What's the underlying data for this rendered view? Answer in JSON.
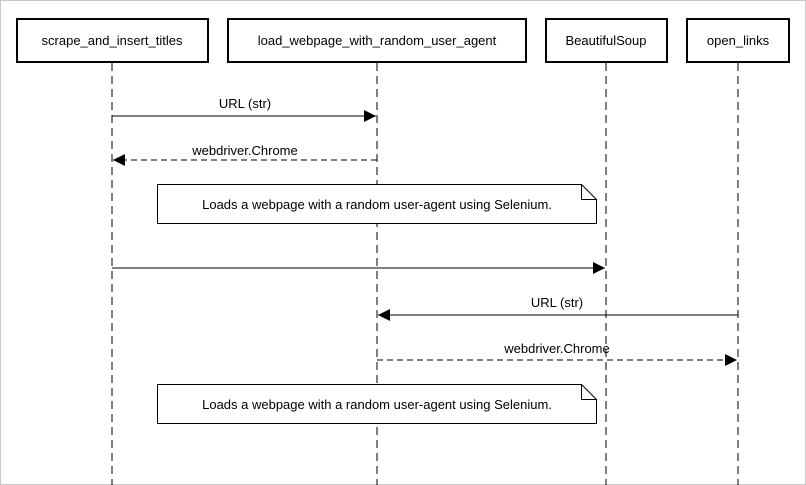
{
  "participants": [
    {
      "id": "scrape",
      "label": "scrape_and_insert_titles"
    },
    {
      "id": "load",
      "label": "load_webpage_with_random_user_agent"
    },
    {
      "id": "bs",
      "label": "BeautifulSoup"
    },
    {
      "id": "open",
      "label": "open_links"
    }
  ],
  "messages": [
    {
      "from": "scrape",
      "to": "load",
      "label": "URL (str)",
      "style": "solid"
    },
    {
      "from": "load",
      "to": "scrape",
      "label": "webdriver.Chrome",
      "style": "dashed"
    },
    {
      "from": "scrape",
      "to": "bs",
      "label": "",
      "style": "solid"
    },
    {
      "from": "open",
      "to": "load",
      "label": "URL (str)",
      "style": "solid"
    },
    {
      "from": "load",
      "to": "open",
      "label": "webdriver.Chrome",
      "style": "dashed"
    }
  ],
  "notes": [
    {
      "text": "Loads a webpage with a random user-agent using Selenium."
    },
    {
      "text": "Loads a webpage with a random user-agent using Selenium."
    }
  ],
  "colors": {
    "line": "#000000",
    "background": "#ffffff",
    "frame": "#c8c8c8"
  }
}
